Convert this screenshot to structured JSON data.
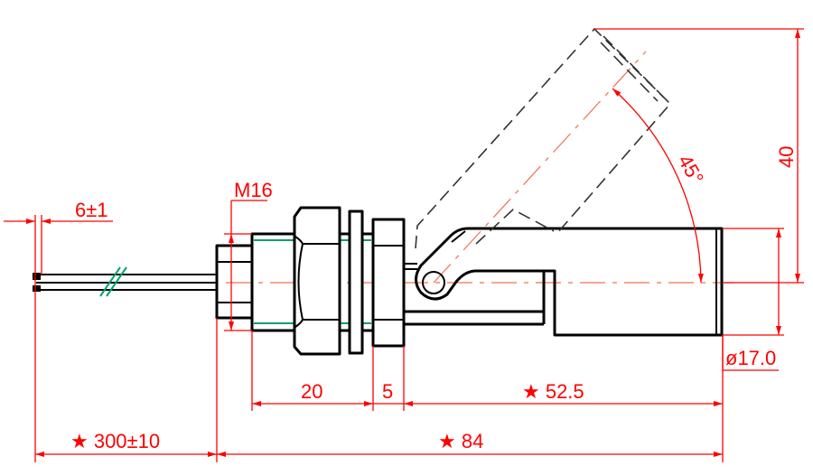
{
  "title": "Side-mount float level switch dimension drawing",
  "dimensions": {
    "wire_strip": "6±1",
    "thread": "M16",
    "angle": "45°",
    "height": "40",
    "diameter": "ø17.0",
    "thread_length": "20",
    "nut_width": "5",
    "float_length": "★ 52.5",
    "cable_length": "★ 300±10",
    "total_length": "★ 84"
  },
  "colors": {
    "outline": "#000000",
    "dimension": "#ff0000",
    "centerline": "#f07050",
    "thread": "#00a070"
  }
}
